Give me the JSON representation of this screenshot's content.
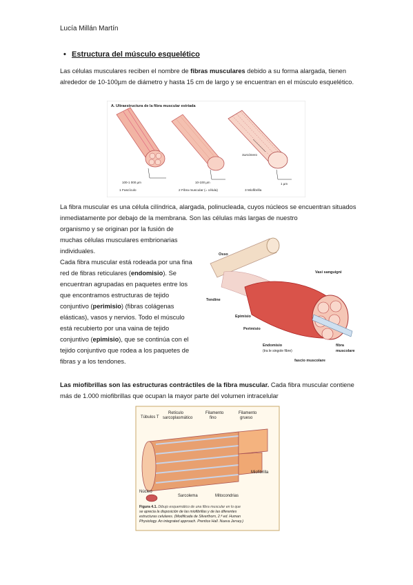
{
  "header": {
    "author": "Lucía Millán Martín"
  },
  "section": {
    "title": "Estructura del músculo esquelético"
  },
  "paragraphs": {
    "p1": {
      "a": "Las células musculares reciben el nombre de ",
      "b": "fibras musculares",
      "c": " debido a su forma alargada, tienen alrededor de 10-100µm de diámetro y hasta 15 cm de largo y se encuentran en el músculo esquelético."
    },
    "p2": "La fibra muscular es una célula cilíndrica, alargada, polinucleada, cuyos núcleos se encuentran situados inmediatamente por debajo de la membrana. Son las células más largas de nuestro",
    "p3": "organismo y se originan por la fusión de muchas células musculares embrionarias individuales.",
    "p4": {
      "a": "Cada fibra muscular está rodeada por una fina red de fibras reticulares (",
      "b": "endomisio",
      "c": "). Se encuentran agrupadas en paquetes entre los que encontramos estructuras de tejido conjuntivo (",
      "d": "perimisio",
      "e": ") (fibras colágenas elásticas), vasos y nervios. Todo el músculo está recubierto por una vaina de tejido conjuntivo (",
      "f": "epimisio",
      "g": "), que se continúa con el tejido conjuntivo que rodea a los paquetes de fibras y a los tendones."
    },
    "p5": {
      "a": "Las miofibrillas son las estructuras contráctiles de la fibra muscular.",
      "b": " Cada fibra muscular contiene más de 1.000 miofibrillas que ocupan la mayor parte del volumen intracelular"
    }
  },
  "figure1": {
    "title": "A. Ultraestructura de la fibra muscular estriada",
    "labels": [
      "1 Fascículo",
      "2 Fibra muscular (= célula)",
      "3 Miofibrilla"
    ],
    "scales": [
      "100-1 000 µm",
      "10-100 µm",
      "1 µm"
    ],
    "sarc": "Sarcómero"
  },
  "figure2": {
    "labels": [
      "Osso",
      "Vasi sanguigni",
      "Tendine",
      "Epimisio",
      "Perimisio",
      "Endomisio",
      "(tra le singole fibre)",
      "fibra",
      "muscolare",
      "fascio muscolare"
    ]
  },
  "figure3": {
    "labels": [
      "Túbulos T",
      "Retículo",
      "sarcoplasmático",
      "Filamento",
      "fino",
      "Filamento",
      "grueso",
      "Miofibrilla",
      "Núcleo",
      "Sarcolema",
      "Mitocondrias"
    ],
    "caption_bold": "Figura 4.1.",
    "caption_lines": [
      " Dibujo esquemático de una fibra muscular en lo que",
      "se aprecia la disposición de las miofibrillas y de las diferentes",
      "estructuras celulares. (Modificada de Silverthorn, 2.ª ed. Human",
      "Physiology. An integrated approach. Prentice Hall. Nueva Jersey.)"
    ]
  }
}
